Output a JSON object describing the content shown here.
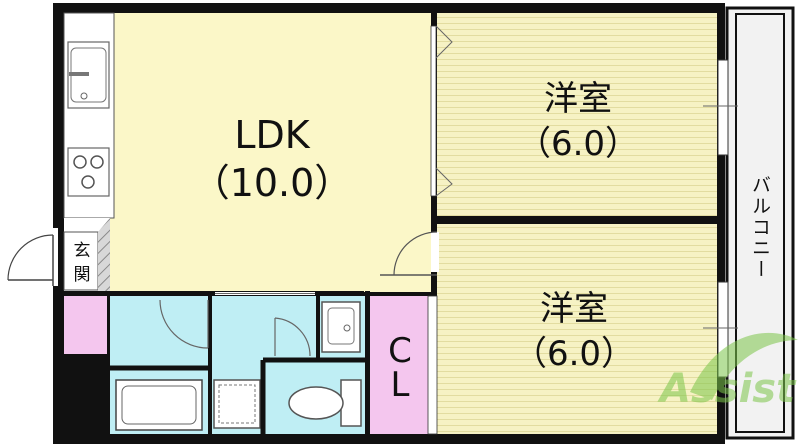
{
  "rooms": {
    "ldk": {
      "name": "LDK",
      "size": "（10.0）"
    },
    "western_upper": {
      "name": "洋室",
      "size": "（6.0）"
    },
    "western_lower": {
      "name": "洋室",
      "size": "（6.0）"
    },
    "closet": {
      "line1": "C",
      "line2": "L"
    },
    "entrance": {
      "line1": "玄",
      "line2": "関"
    },
    "balcony": {
      "label": "バルコニー"
    }
  },
  "watermark": {
    "text": "Assist"
  },
  "colors": {
    "ldk_floor": "#fbf7c8",
    "tatami_floor": "#f6f2c4",
    "tatami_lines": "#e2dca0",
    "wet_area": "#bfeef4",
    "closet": "#f4c6ee",
    "wall": "#111111",
    "balcony": "#f2f2f2",
    "watermark": "#7cc54a"
  },
  "icons": [
    "sink-icon",
    "stove-icon",
    "bathtub-icon",
    "washer-icon",
    "toilet-icon",
    "basin-icon"
  ]
}
